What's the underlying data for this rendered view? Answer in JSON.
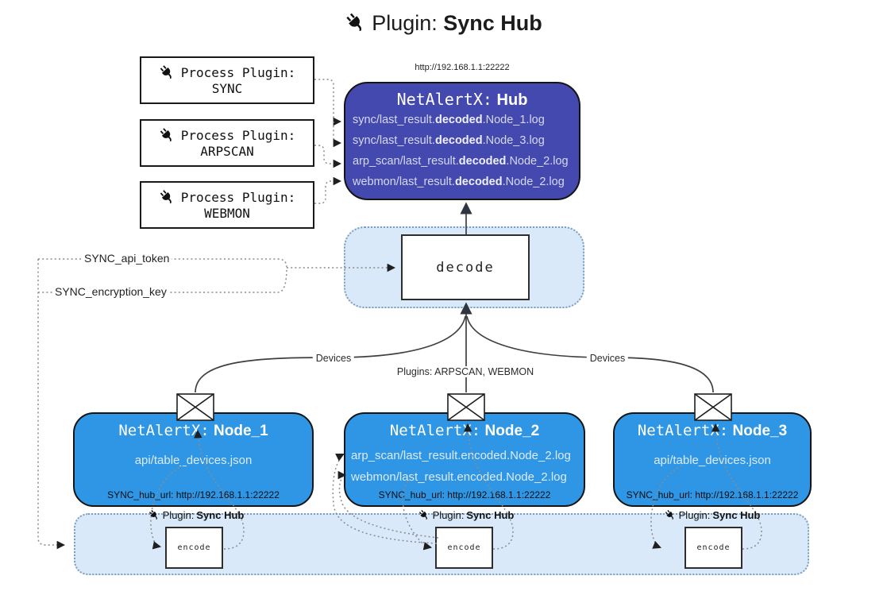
{
  "title": {
    "label": "Plugin:",
    "name": "Sync Hub"
  },
  "process_plugins": [
    {
      "label": "Process Plugin:",
      "name": "SYNC"
    },
    {
      "label": "Process Plugin:",
      "name": "ARPSCAN"
    },
    {
      "label": "Process Plugin:",
      "name": "WEBMON"
    }
  ],
  "hub": {
    "url": "http://192.168.1.1:22222",
    "title_prefix": "NetAlertX:",
    "title_name": "Hub",
    "logs": [
      {
        "pre": "sync/last_result.",
        "bold": "decoded",
        "post": ".Node_1.log"
      },
      {
        "pre": "sync/last_result.",
        "bold": "decoded",
        "post": ".Node_3.log"
      },
      {
        "pre": "arp_scan/last_result.",
        "bold": "decoded",
        "post": ".Node_2.log"
      },
      {
        "pre": "webmon/last_result.",
        "bold": "decoded",
        "post": ".Node_2.log"
      }
    ]
  },
  "decode_box": {
    "label": "decode"
  },
  "settings": {
    "api_token": "SYNC_api_token",
    "encryption_key": "SYNC_encryption_key"
  },
  "edges": {
    "devices_left": "Devices",
    "devices_right": "Devices",
    "plugins_center": "Plugins: ARPSCAN, WEBMON"
  },
  "nodes": [
    {
      "title_prefix": "NetAlertX:",
      "title_name": "Node_1",
      "files": [
        "api/table_devices.json"
      ],
      "hub_url": "SYNC_hub_url: http://192.168.1.1:22222"
    },
    {
      "title_prefix": "NetAlertX:",
      "title_name": "Node_2",
      "files": [
        "arp_scan/last_result.encoded.Node_2.log",
        "webmon/last_result.encoded.Node_2.log"
      ],
      "hub_url": "SYNC_hub_url: http://192.168.1.1:22222"
    },
    {
      "title_prefix": "NetAlertX:",
      "title_name": "Node_3",
      "files": [
        "api/table_devices.json"
      ],
      "hub_url": "SYNC_hub_url: http://192.168.1.1:22222"
    }
  ],
  "encoder": {
    "label": "Plugin:",
    "name": "Sync Hub",
    "box": "encode"
  },
  "colors": {
    "hub_fill": "#4449b0",
    "node_fill": "#2e96e4",
    "band_fill": "#d9e9f9",
    "band_border": "#7d9ebc",
    "line": "#3f3f3f",
    "dotted_line": "#8c8c8c"
  }
}
